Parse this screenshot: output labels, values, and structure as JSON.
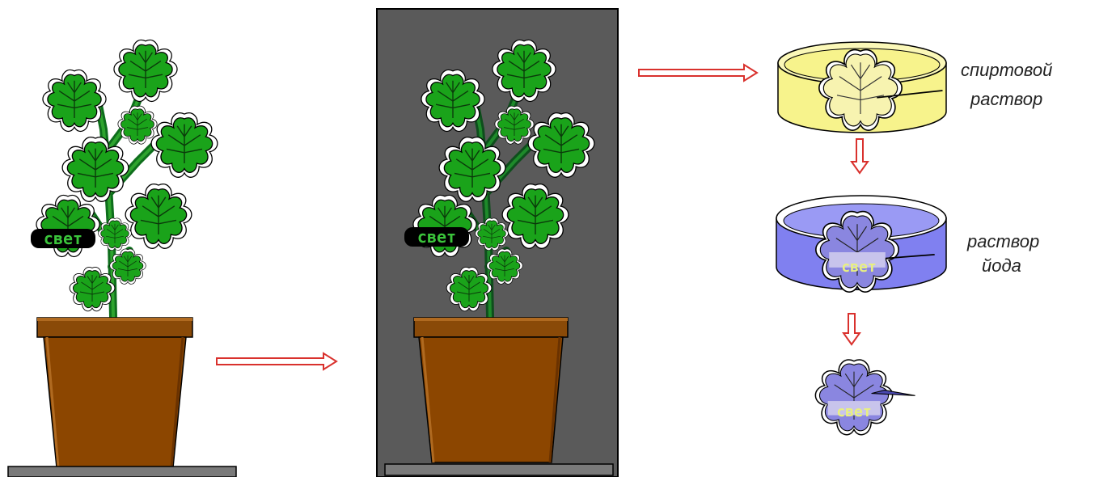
{
  "labels": {
    "alcohol_solution_line1": "спиртовой",
    "alcohol_solution_line2": "раствор",
    "iodine_solution_line1": "раствор",
    "iodine_solution_line2": "йода",
    "light_mark": "свет"
  },
  "colors": {
    "leaf": "#1aa31a",
    "stem": "#0e6e1c",
    "pot": "#8c4600",
    "pot_rim": "#8a4a08",
    "shelf": "#7a7a7a",
    "dark_box": "#5a5a5a",
    "arrow": "#d9312d",
    "alcohol": "#f7f38c",
    "iodine": "#8080f0",
    "leaf_bleached": "#f7f3b0",
    "leaf_iodine": "#8a86e0"
  },
  "icons": [
    "plant-icon",
    "pot-icon",
    "dish-icon",
    "leaf-icon",
    "arrow-icon"
  ]
}
